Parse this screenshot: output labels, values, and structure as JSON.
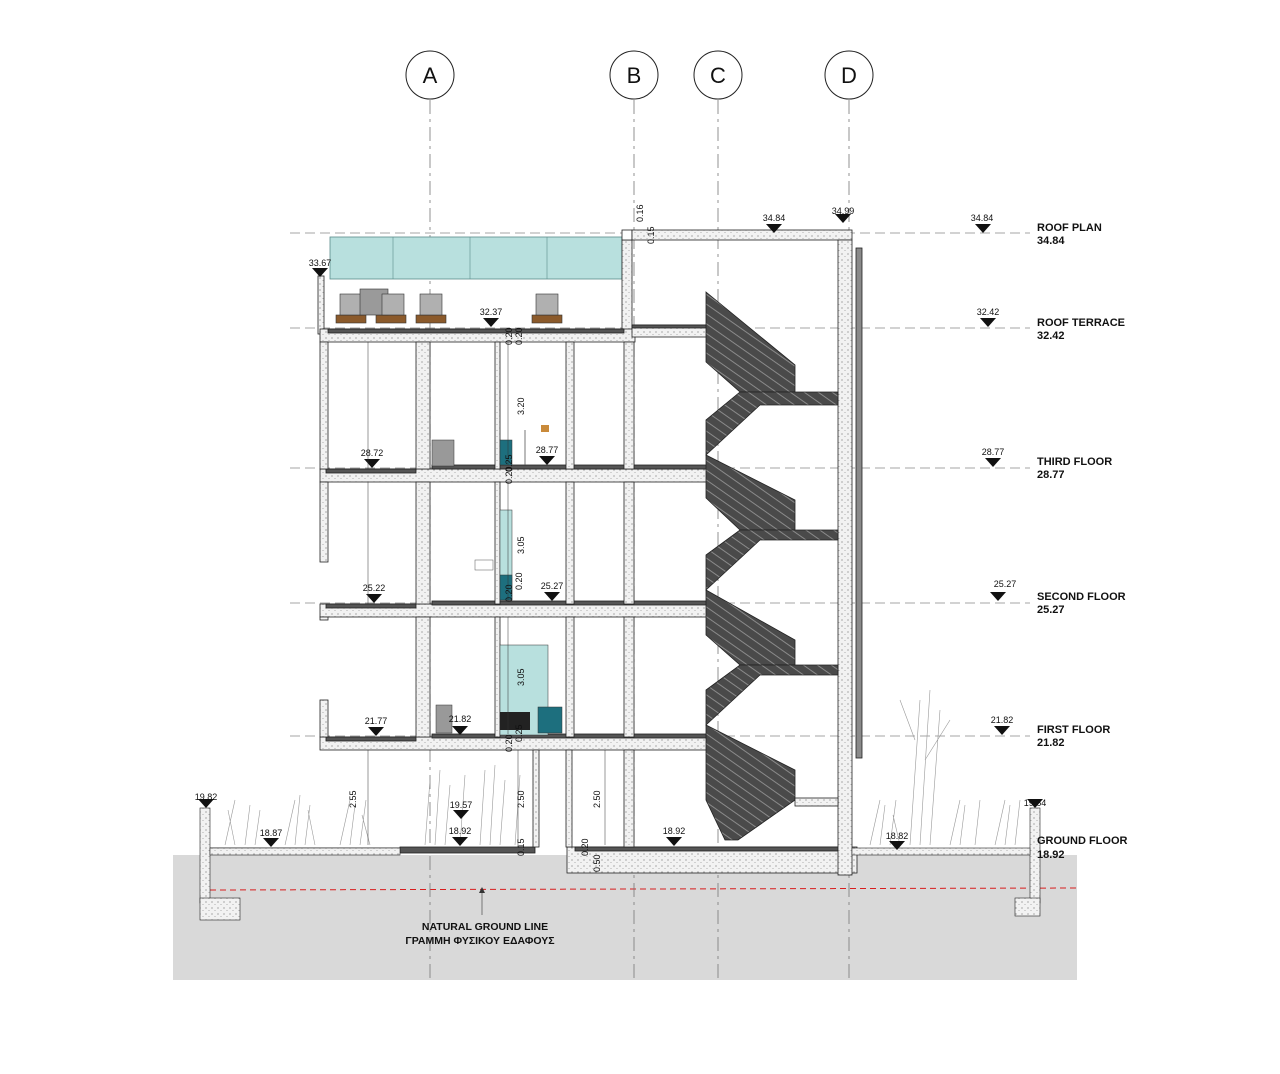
{
  "grid_lines": [
    {
      "id": "A",
      "label": "A"
    },
    {
      "id": "B",
      "label": "B"
    },
    {
      "id": "C",
      "label": "C"
    },
    {
      "id": "D",
      "label": "D"
    }
  ],
  "levels": [
    {
      "name": "ROOF PLAN",
      "value": "34.84",
      "marker": "34.84"
    },
    {
      "name": "ROOF TERRACE",
      "value": "32.42",
      "marker": "32.42"
    },
    {
      "name": "THIRD FLOOR",
      "value": "28.77",
      "marker": "28.77"
    },
    {
      "name": "SECOND FLOOR",
      "value": "25.27",
      "marker": "25.27"
    },
    {
      "name": "FIRST FLOOR",
      "value": "21.82",
      "marker": "21.82"
    },
    {
      "name": "GROUND FLOOR",
      "value": "18.92"
    }
  ],
  "spot_elevations": {
    "roof_c": "34.84",
    "roof_d": "34.99",
    "parapet": "33.67",
    "terrace": "32.37",
    "third_left": "28.72",
    "third_mid": "28.77",
    "second_left": "25.22",
    "second_mid": "25.27",
    "first_left": "21.77",
    "first_mid": "21.82",
    "garden_left_top": "19.82",
    "garden_left": "18.87",
    "courtyard_top": "19.57",
    "courtyard": "18.92",
    "stair_ground": "18.92",
    "right_wall_top": "19.64",
    "right_ground": "18.82"
  },
  "dimensions": {
    "roof_slab_a": "0.16",
    "roof_slab_b": "0.15",
    "terrace_slab_a": "0.20",
    "terrace_slab_b": "0.20",
    "third_height": "3.20",
    "third_slab_a": "0.25",
    "third_slab_b": "0.20",
    "second_height": "3.05",
    "second_slab_a": "0.20",
    "second_slab_b": "0.20",
    "first_height": "3.05",
    "first_slab_a": "0.20",
    "first_slab_b": "0.25",
    "pilotis_height": "2.55",
    "courtyard_height": "2.50",
    "stair_ground_height": "2.50",
    "ground_slab_a": "0.15",
    "ground_slab_b": "0.20",
    "foundation": "0.50"
  },
  "annotations": {
    "ground_line_en": "NATURAL GROUND LINE",
    "ground_line_gr": "ΓΡΑΜΜΗ ΦΥΣΙΚΟΥ ΕΔΑΦΟΥΣ"
  },
  "colors": {
    "line": "#1a1a1a",
    "slab": "#555555",
    "glass": "#b8e0de",
    "teal_furniture": "#1d6f7e",
    "earth": "#d9d9d9",
    "ground_line": "#d81e1e",
    "grid_dash": "#777777"
  }
}
